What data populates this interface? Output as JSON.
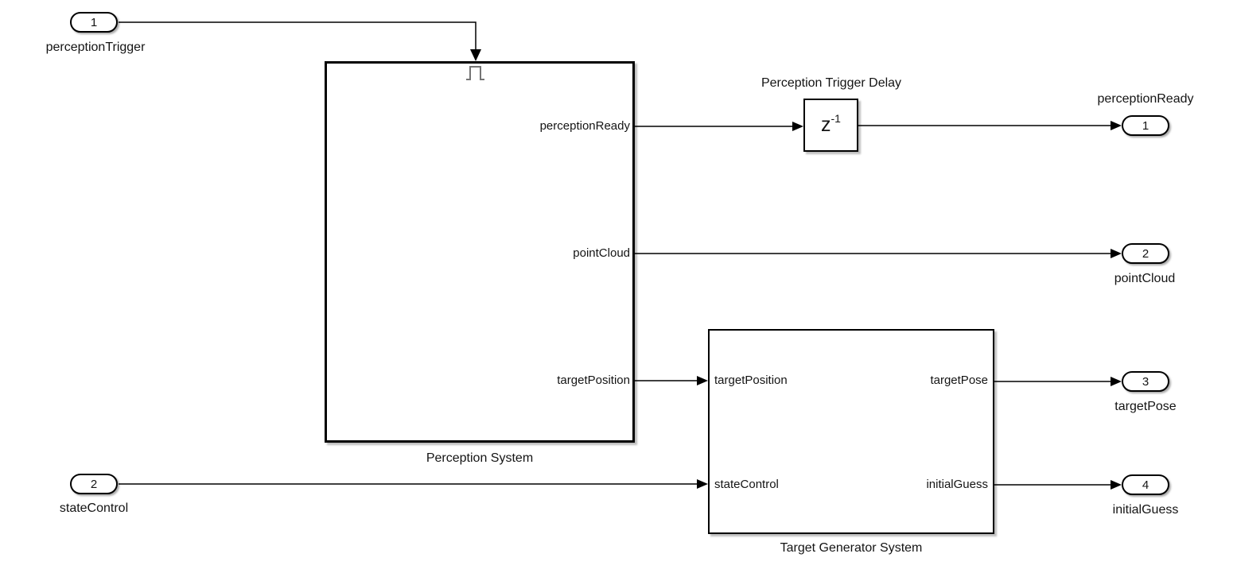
{
  "inports": [
    {
      "number": "1",
      "label": "perceptionTrigger"
    },
    {
      "number": "2",
      "label": "stateControl"
    }
  ],
  "outports": [
    {
      "number": "1",
      "label": "perceptionReady"
    },
    {
      "number": "2",
      "label": "pointCloud"
    },
    {
      "number": "3",
      "label": "targetPose"
    },
    {
      "number": "4",
      "label": "initialGuess"
    }
  ],
  "blocks": {
    "perception_system": {
      "name": "Perception System",
      "output_ports": [
        "perceptionReady",
        "pointCloud",
        "targetPosition"
      ]
    },
    "trigger_delay": {
      "name": "Perception Trigger Delay",
      "symbol_base": "z",
      "symbol_exponent": "-1"
    },
    "target_generator": {
      "name": "Target Generator System",
      "input_ports": [
        "targetPosition",
        "stateControl"
      ],
      "output_ports": [
        "targetPose",
        "initialGuess"
      ]
    }
  },
  "colors": {
    "line": "#000000",
    "background": "#ffffff",
    "trigger_icon": "#757575"
  }
}
